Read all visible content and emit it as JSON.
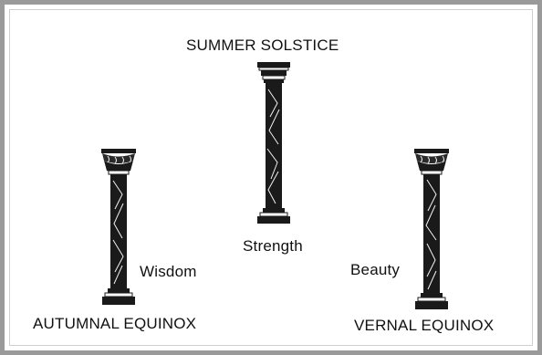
{
  "diagram": {
    "labels": {
      "summer_solstice": "SUMMER SOLSTICE",
      "strength": "Strength",
      "wisdom": "Wisdom",
      "beauty": "Beauty",
      "autumnal_equinox": "AUTUMNAL EQUINOX",
      "vernal_equinox": "VERNAL EQUINOX"
    },
    "pillars": [
      {
        "id": "strength",
        "capital_style": "doric"
      },
      {
        "id": "wisdom",
        "capital_style": "corinthian"
      },
      {
        "id": "beauty",
        "capital_style": "corinthian"
      }
    ],
    "colors": {
      "pillar_shaft": "#1a1a1a",
      "pillar_vein": "#f2f2f2",
      "frame_border": "#9a9a9a"
    }
  }
}
